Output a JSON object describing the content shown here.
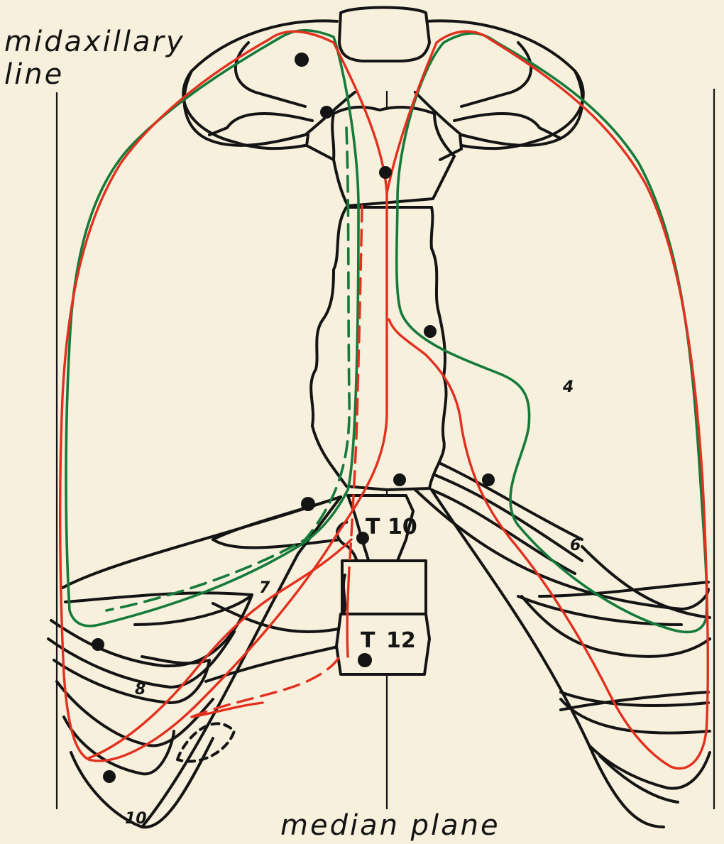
{
  "labels": {
    "midaxillary_line_1": "midaxillary",
    "midaxillary_line_2": "line",
    "median_plane": "median plane",
    "vertebra_t10_letter": "T",
    "vertebra_t10_number": "10",
    "vertebra_t12_letter": "T",
    "vertebra_t12_number": "12",
    "rib_4": "4",
    "rib_6": "6",
    "rib_7": "7",
    "rib_8": "8",
    "rib_10": "10"
  },
  "colors": {
    "bone_outline": "#141414",
    "red_line": "#e2301f",
    "green_line": "#157a3a",
    "paper": "#f6f0dc"
  }
}
